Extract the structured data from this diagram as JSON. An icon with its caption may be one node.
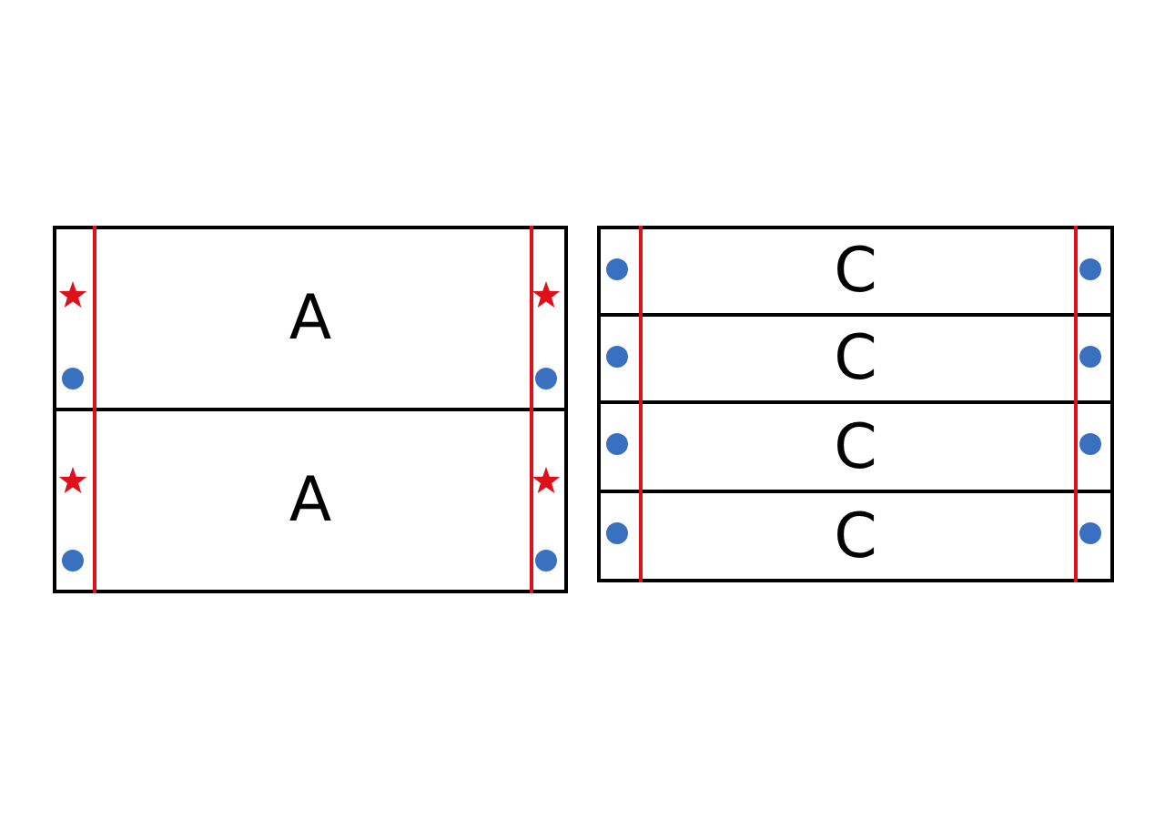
{
  "diagram": {
    "nodes": [
      {
        "text": [
          "A"
        ]
      },
      {
        "text": [
          "A"
        ]
      },
      {
        "text": [
          "C"
        ]
      },
      {
        "text": [
          "C"
        ]
      },
      {
        "text": [
          "C"
        ]
      },
      {
        "text": [
          "C"
        ]
      }
    ]
  }
}
